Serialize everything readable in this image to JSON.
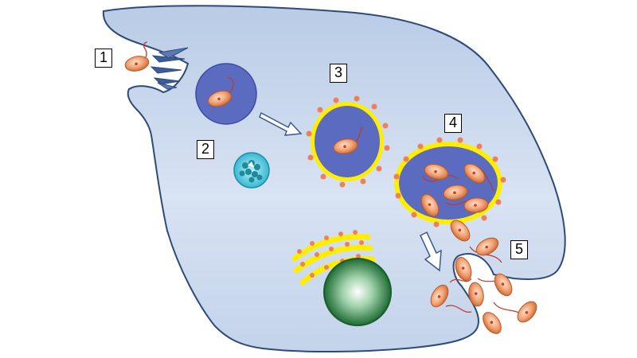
{
  "figure": {
    "steps": [
      {
        "id": "1",
        "label": "1"
      },
      {
        "id": "2",
        "label": "2"
      },
      {
        "id": "3",
        "label": "3"
      },
      {
        "id": "4",
        "label": "4"
      },
      {
        "id": "5",
        "label": "5"
      }
    ]
  },
  "colors": {
    "cell_fill": "#c9d7ec",
    "cell_outline": "#2e4a78",
    "vacuole_fill": "#5b6bbf",
    "membrane_yellow": "#ffee00",
    "dot_orange": "#ef7f5a",
    "bacterium_body": "#e88a55",
    "bacterium_flagellum": "#c0392b",
    "lysosome_fill": "#4fc9de",
    "nucleus_green": "#1e6b34",
    "arrow_outline": "#3a5a8a"
  },
  "icons": [
    "bacterium-icon",
    "vacuole-icon",
    "lysosome-icon",
    "nucleus-icon",
    "er-membrane-icon",
    "arrow-icon"
  ]
}
